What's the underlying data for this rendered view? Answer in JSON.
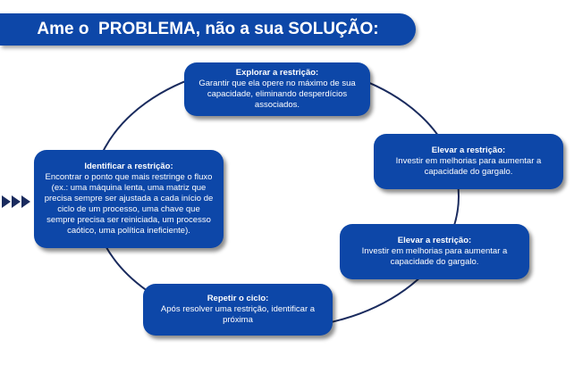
{
  "header": {
    "title": "Ame o  PROBLEMA, não a sua SOLUÇÃO:"
  },
  "steps": {
    "explorar": {
      "title": "Explorar a restrição:",
      "body": "Garantir que ela opere no máximo de sua capacidade, eliminando desperdícios associados."
    },
    "elevar1": {
      "title": "Elevar a restrição:",
      "body": "Investir em melhorias para aumentar a capacidade do gargalo."
    },
    "elevar2": {
      "title": "Elevar a restrição:",
      "body": "Investir em melhorias para aumentar a capacidade do gargalo."
    },
    "repetir": {
      "title": "Repetir o ciclo:",
      "body": "Após resolver uma restrição, identificar a próxima"
    },
    "identificar": {
      "title": "Identificar a restrição:",
      "body": "Encontrar o ponto que mais restringe o fluxo (ex.: uma máquina lenta, uma matriz que precisa sempre ser ajustada a cada início de ciclo de um processo, uma chave que sempre precisa ser reiniciada, um processo caótico, uma política ineficiente)."
    }
  },
  "colors": {
    "accent": "#0d47a8",
    "ring": "#1a2b5e",
    "arrow": "#1a2b5e"
  },
  "icons": {
    "entry_arrows": "triple-play-arrows-icon"
  }
}
